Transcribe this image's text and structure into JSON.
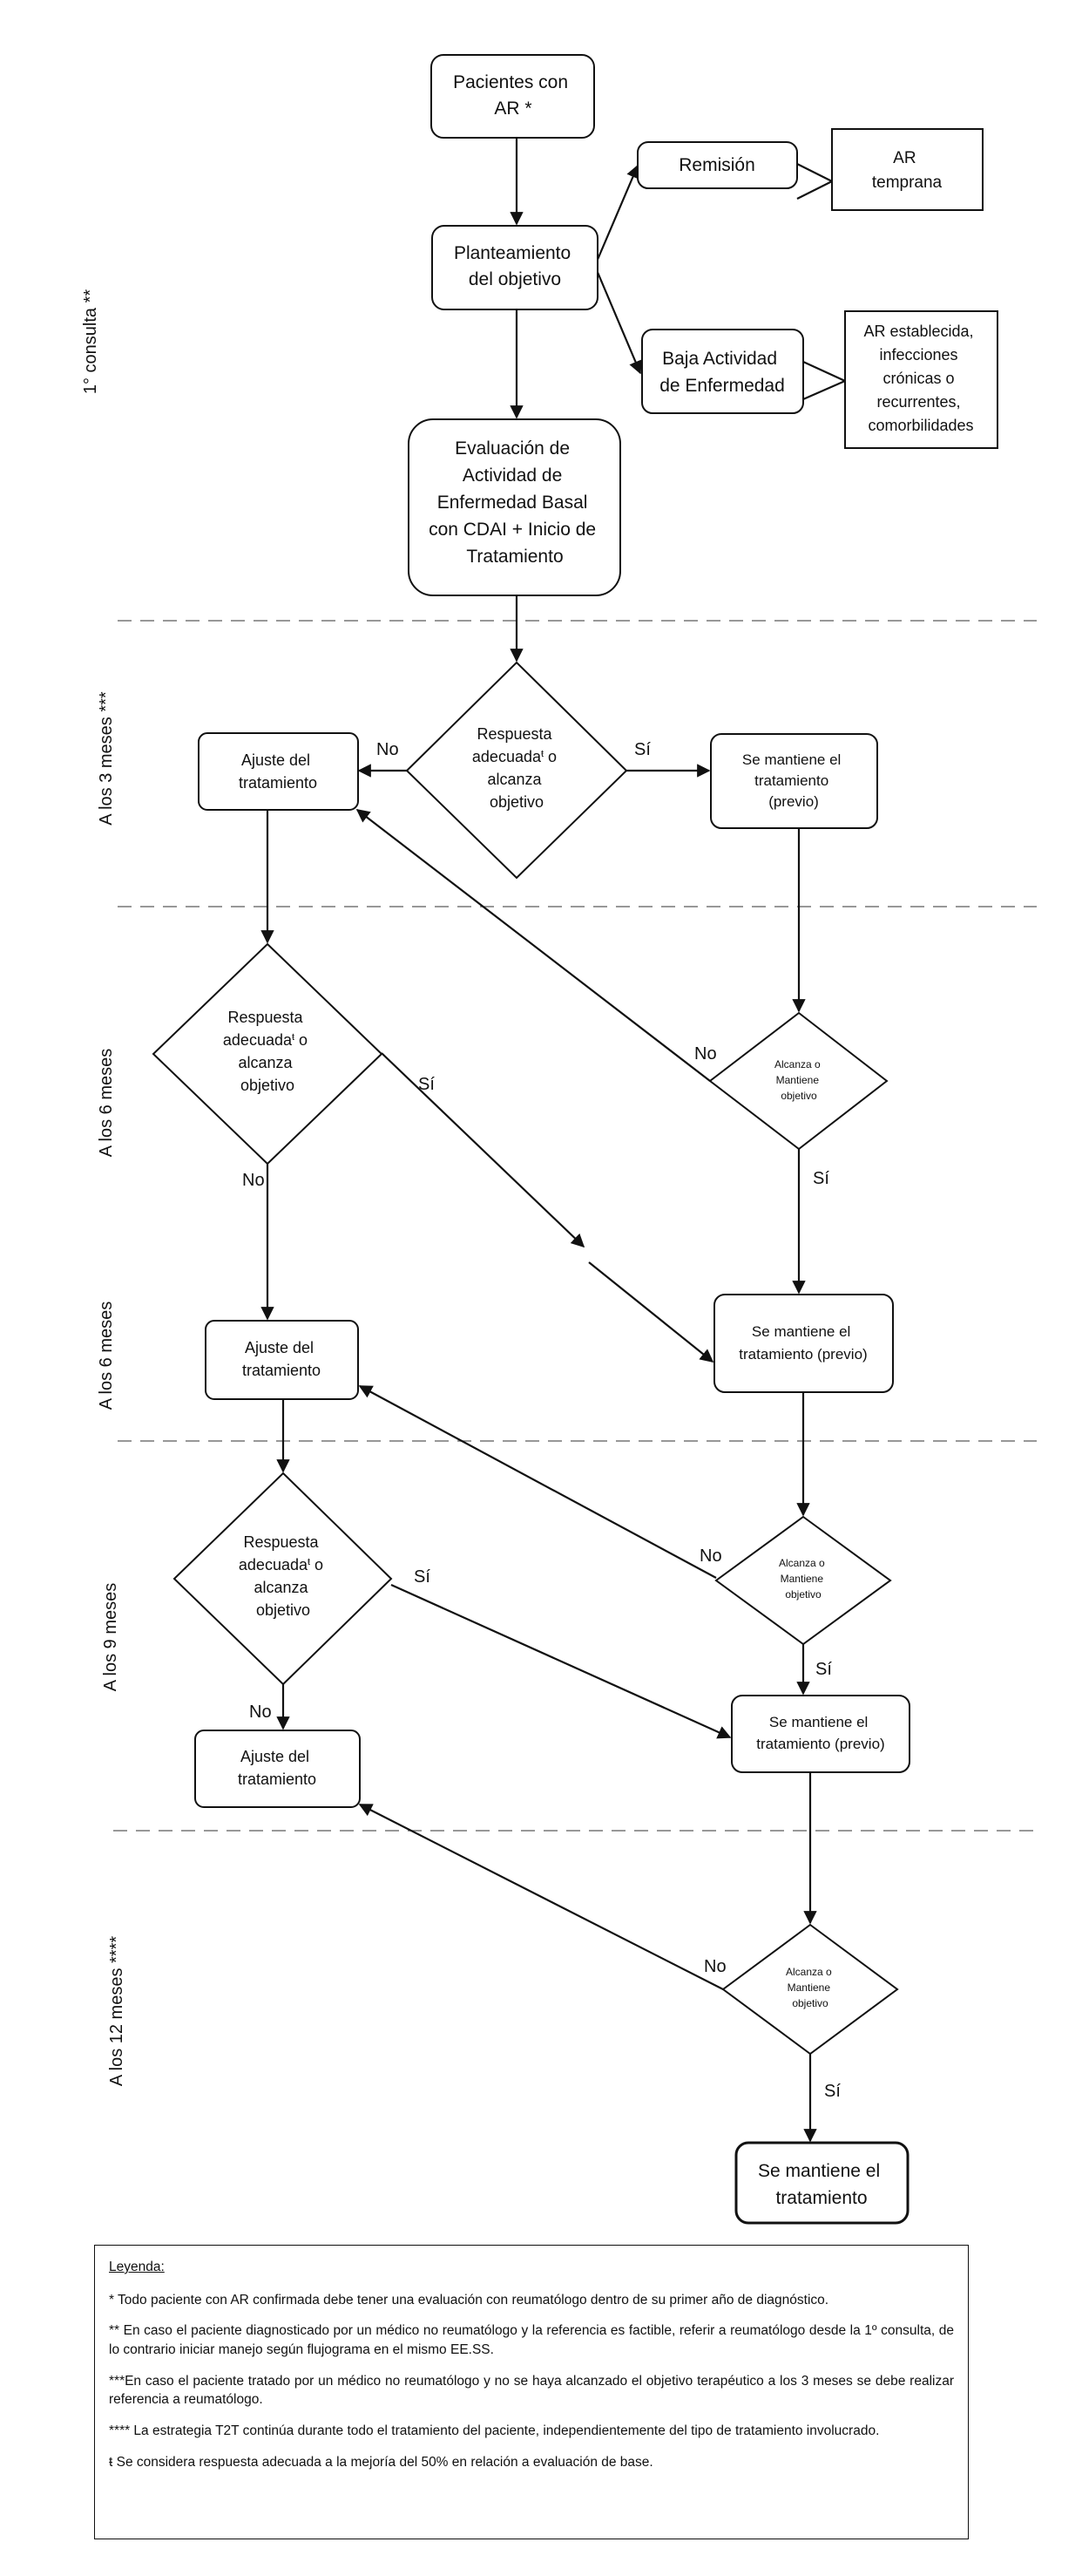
{
  "nodes": {
    "start": [
      "Pacientes con",
      "AR *"
    ],
    "objective": [
      "Planteamiento",
      "del objetivo"
    ],
    "remission": [
      "Remisión"
    ],
    "early_ra": [
      "AR",
      "temprana"
    ],
    "low_activity": [
      "Baja Actividad",
      "de Enfermedad"
    ],
    "low_activity_note": [
      "AR establecida,",
      "infecciones",
      "crónicas o",
      "recurrentes,",
      "comorbilidades"
    ],
    "baseline": [
      "Evaluación de",
      "Actividad de",
      "Enfermedad Basal",
      "con CDAI + Inicio de",
      "Tratamiento"
    ],
    "d3_response": [
      "Respuesta",
      "adecuada",
      "ŧ",
      " o",
      "alcanza",
      "objetivo"
    ],
    "adjust_3m": [
      "Ajuste del",
      "tratamiento"
    ],
    "maintain_3m": [
      "Se mantiene el",
      "tratamiento",
      "(previo)"
    ],
    "d6_response": [
      "Respuesta",
      "adecuada",
      "ŧ",
      " o",
      "alcanza",
      "objetivo"
    ],
    "d6_reach": [
      "Alcanza o",
      "Mantiene",
      "objetivo"
    ],
    "adjust_6m": [
      "Ajuste del",
      "tratamiento"
    ],
    "maintain_6m": [
      "Se mantiene el",
      "tratamiento (previo)"
    ],
    "d9_response": [
      "Respuesta",
      "adecuada",
      "ŧ",
      " o",
      "alcanza",
      "objetivo"
    ],
    "d9_reach": [
      "Alcanza o",
      "Mantiene",
      "objetivo"
    ],
    "adjust_9m": [
      "Ajuste del",
      "tratamiento"
    ],
    "maintain_9m": [
      "Se mantiene el",
      "tratamiento (previo)"
    ],
    "d12_reach": [
      "Alcanza o",
      "Mantiene",
      "objetivo"
    ],
    "final": [
      "Se mantiene el",
      "tratamiento"
    ]
  },
  "edge_labels": {
    "yes": "Sí",
    "no": "No"
  },
  "phases": {
    "p1": "1° consulta **",
    "p2": "A los 3 meses ***",
    "p3": "A los 6 meses",
    "p4": "A los 6 meses",
    "p5": "A los 9 meses",
    "p6": "A los 12 meses ****"
  },
  "legend": {
    "title": "Leyenda:",
    "notes": [
      "* Todo paciente con AR confirmada debe tener una evaluación con reumatólogo dentro de su primer año de diagnóstico.",
      "** En caso el paciente diagnosticado por un médico no reumatólogo y la referencia es factible, referir a reumatólogo desde la 1º consulta, de lo contrario iniciar manejo según flujograma en el mismo EE.SS.",
      "***En caso el paciente tratado por un médico no reumatólogo y no se haya alcanzado el objetivo terapéutico a los 3 meses se debe realizar referencia a reumatólogo.",
      "**** La estrategia T2T continúa durante todo el tratamiento del paciente, independientemente del tipo de tratamiento involucrado.",
      "ŧ Se considera respuesta adecuada a la mejoría del 50% en relación a evaluación de base."
    ]
  }
}
